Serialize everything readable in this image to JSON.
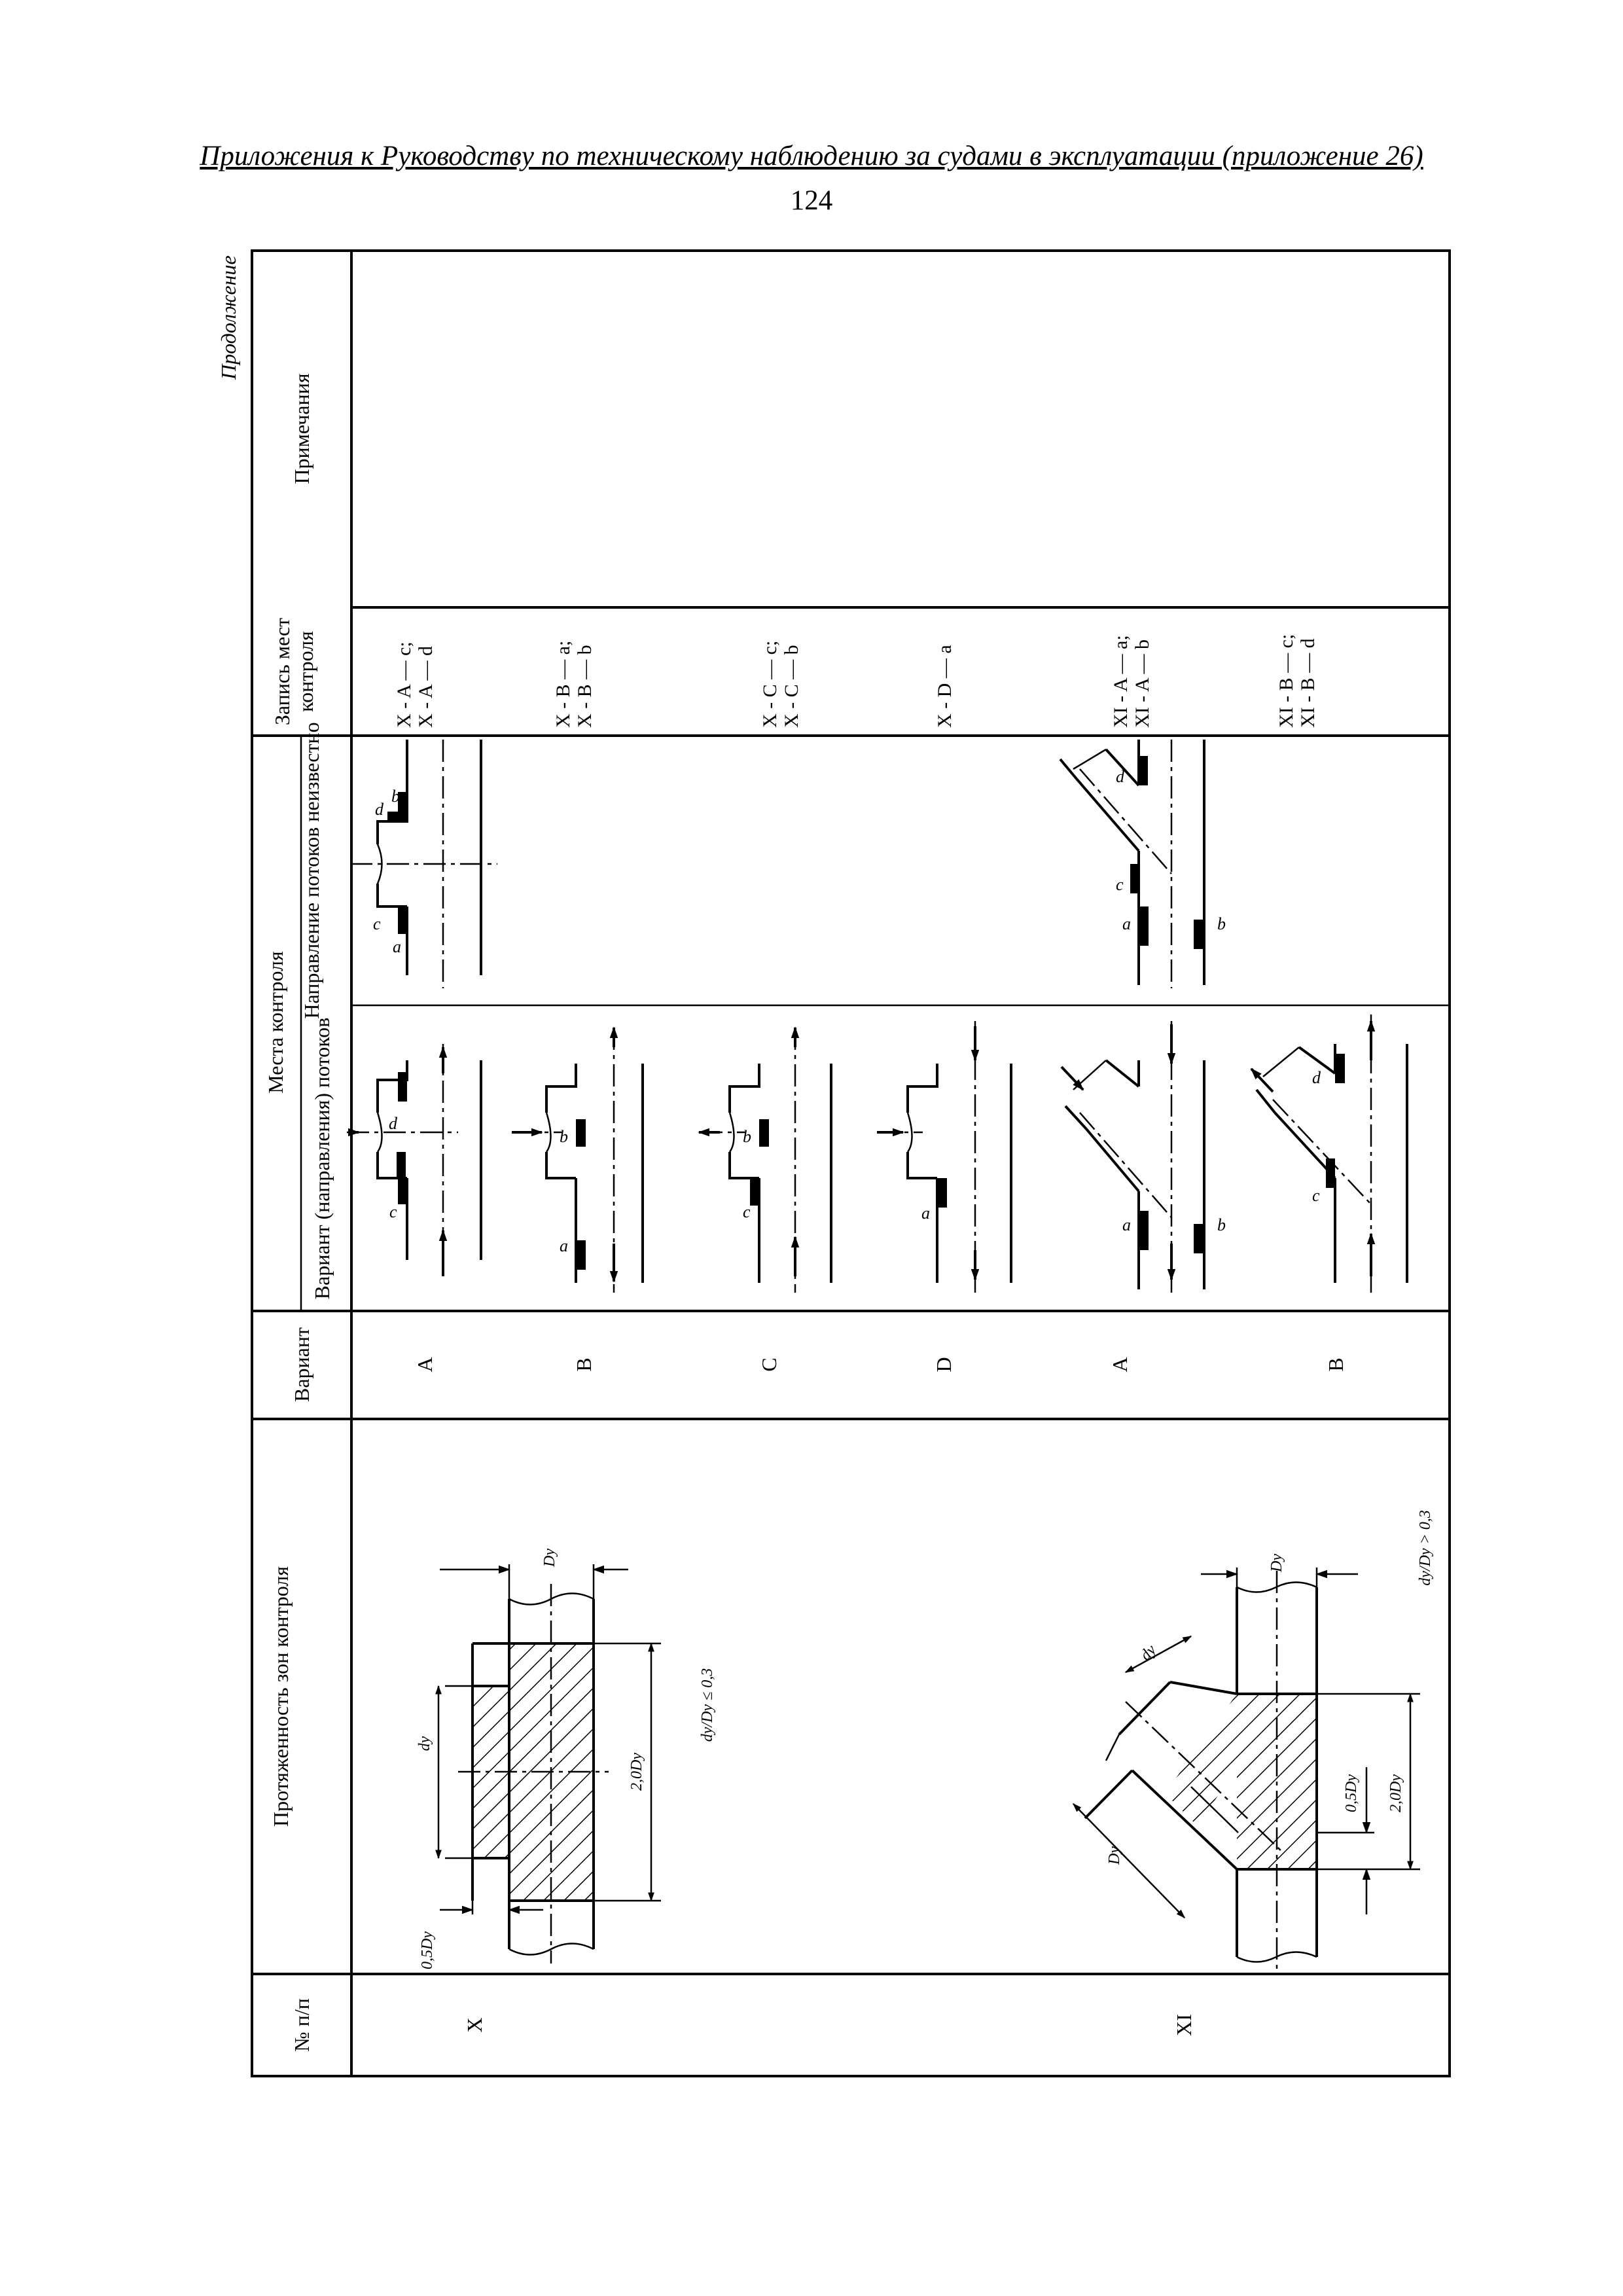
{
  "header": {
    "title": "Приложения к Руководству по техническому наблюдению за судами в эксплуатации (приложение 26)",
    "page_number": "124"
  },
  "continuation_label": "Продолжение",
  "table": {
    "columns": {
      "number": "№ п/п",
      "zone_extent": "Протяженность зон контроля",
      "variant": "Вариант",
      "control_places": "Места контроля",
      "flow_direction_variant": "Вариант (направления) потоков",
      "flow_unknown": "Направление потоков неизвестно",
      "record_line1": "Запись мест",
      "record_line2": "контроля",
      "notes": "Примечания"
    },
    "rows": [
      {
        "number": "X",
        "ratio": "dу/Dу ≤ 0,3",
        "variants": [
          "A",
          "B",
          "C",
          "D"
        ],
        "records": [
          [
            "X - A — c;",
            "X - A — d"
          ],
          [
            "X - B — a;",
            "X - B — b"
          ],
          [
            "X - C — c;",
            "X - C — b"
          ],
          [
            "X - D — a"
          ]
        ]
      },
      {
        "number": "XI",
        "ratio": "dу/Dу > 0,3",
        "variants": [
          "A",
          "B"
        ],
        "records": [
          [
            "XI - A — a;",
            "XI - A — b"
          ],
          [
            "XI - B — c;",
            "XI - B — d"
          ]
        ]
      }
    ]
  },
  "dimensions": {
    "small_d": "dу",
    "big_d": "Dу",
    "half_d": "0,5Dу",
    "double_d": "2,0Dу"
  },
  "point_labels": {
    "a": "a",
    "b": "b",
    "c": "c",
    "d": "d"
  }
}
